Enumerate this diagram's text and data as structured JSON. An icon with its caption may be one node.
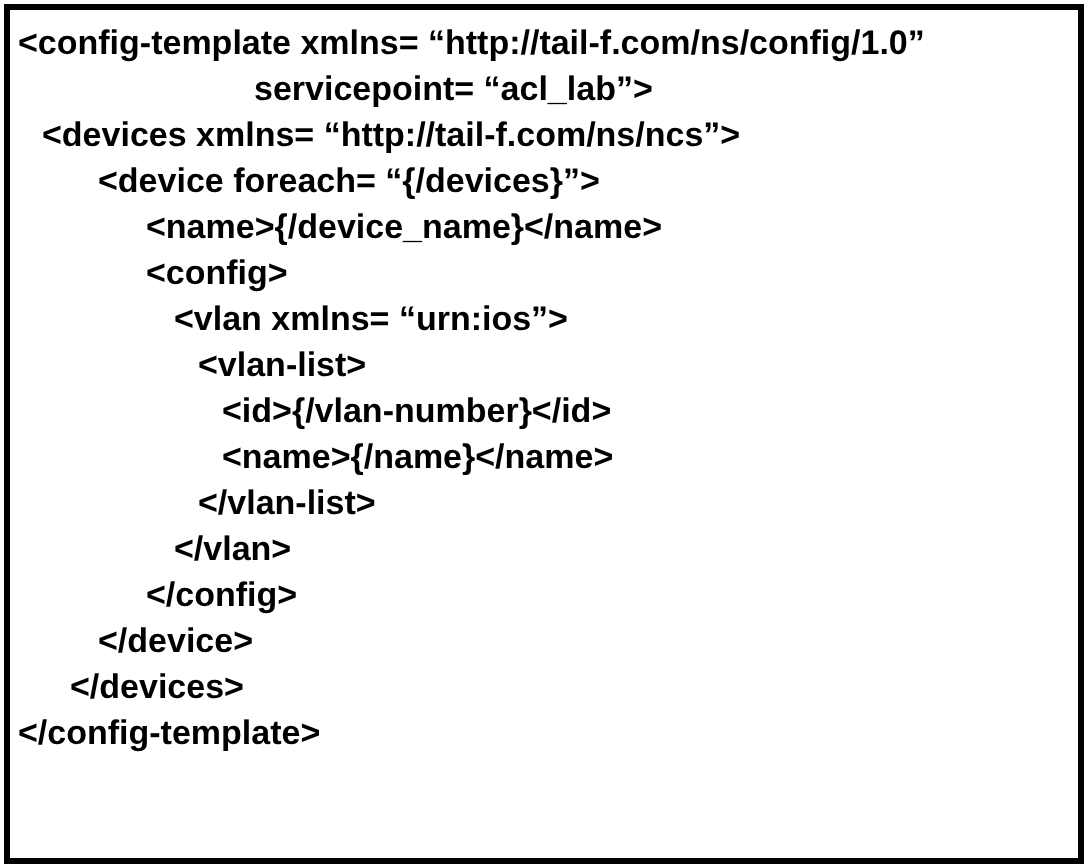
{
  "diagram": {
    "nodes": [
      {
        "text": [
          "<config-template xmlns= “http://tail-f.com/ns/config/1.0”",
          "servicepoint= “acl_lab”>",
          "<devices xmlns= “http://tail-f.com/ns/ncs”>",
          "<device foreach= “{/devices}”>",
          "<name>{/device_name}</name>",
          "<config>",
          "<vlan xmlns= “urn:ios”>",
          "<vlan-list>",
          "<id>{/vlan-number}</id>",
          "<name>{/name}</name>",
          "</vlan-list>",
          "</vlan>",
          "</config>",
          "</device>",
          "</devices>",
          "</config-template>"
        ]
      }
    ]
  }
}
